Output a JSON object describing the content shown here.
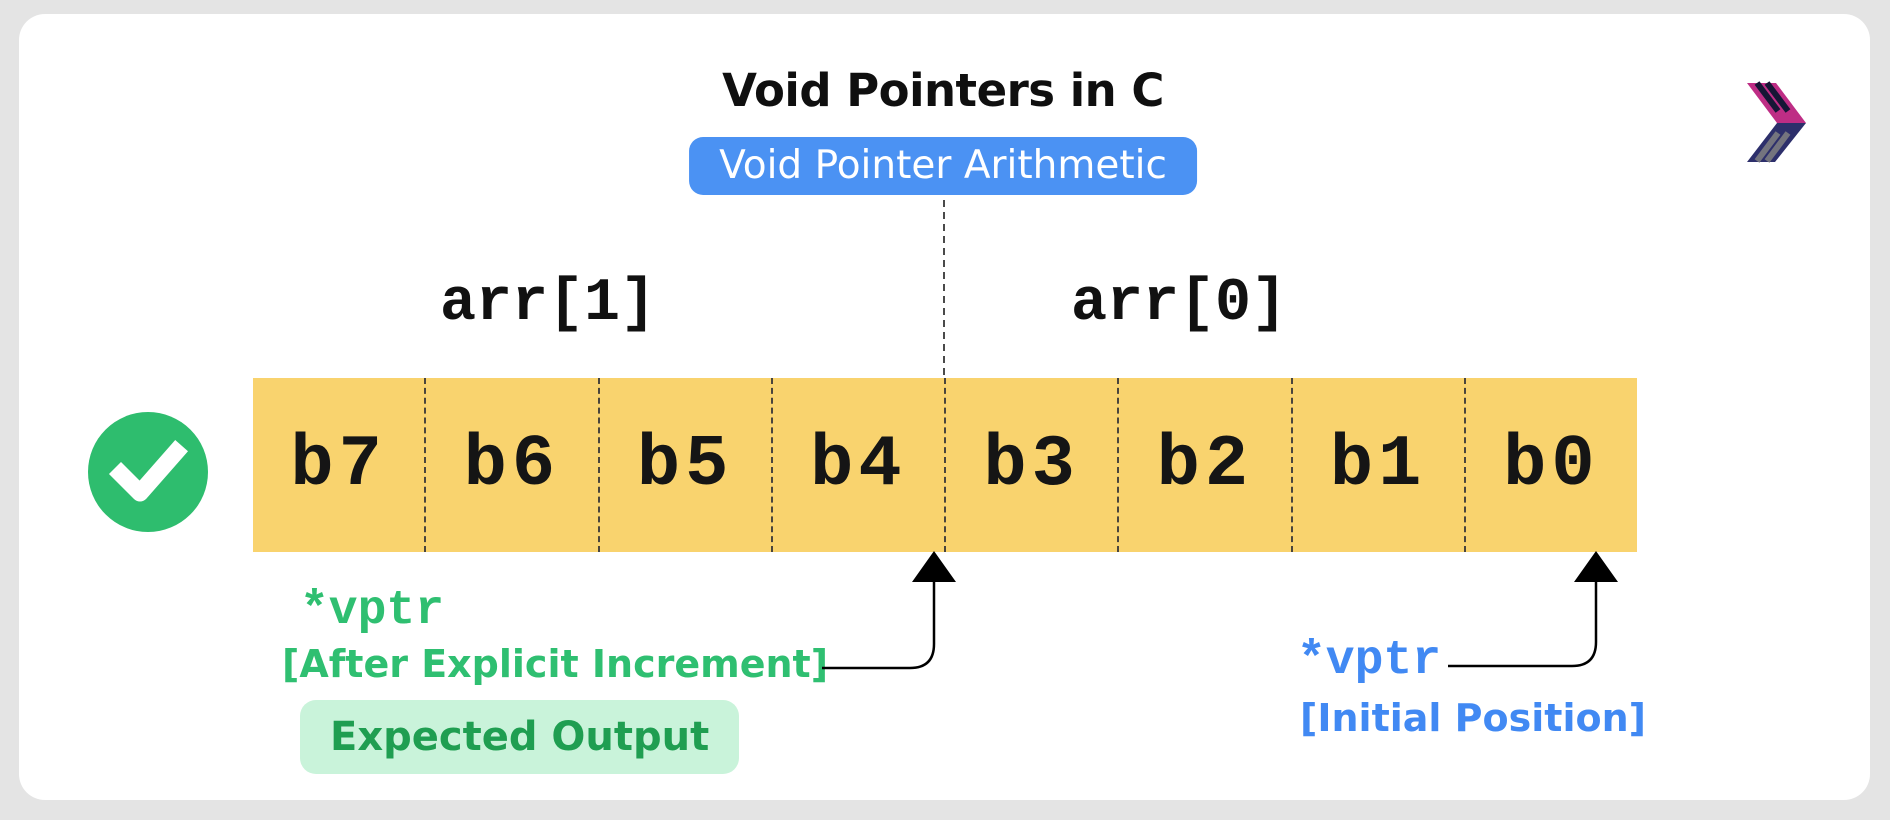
{
  "title": "Void Pointers in C",
  "badge": "Void Pointer Arithmetic",
  "array": {
    "group_labels": [
      "arr[1]",
      "arr[0]"
    ],
    "cells": [
      "b7",
      "b6",
      "b5",
      "b4",
      "b3",
      "b2",
      "b1",
      "b0"
    ]
  },
  "annotations": {
    "after_increment": {
      "pointer": "*vptr",
      "caption": "[After Explicit Increment]",
      "result_badge": "Expected Output"
    },
    "initial": {
      "pointer": "*vptr",
      "caption": "[Initial Position]"
    }
  },
  "icons": {
    "check": "check-circle-icon",
    "logo": "brand-chevron-logo-icon"
  },
  "colors": {
    "page_bg": "#e4e4e4",
    "card_bg": "#ffffff",
    "topic_badge_blue": "#4b92f3",
    "pointer_blue": "#4189f3",
    "pointer_green": "#2fbf71",
    "cell_yellow": "#f9d36e",
    "check_green": "#2ebd6e",
    "output_badge_bg": "#c9f3da",
    "output_badge_text": "#1f9e51",
    "logo_pink": "#be2d85",
    "logo_navy": "#2d2f6b"
  }
}
